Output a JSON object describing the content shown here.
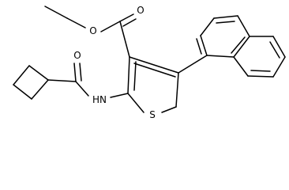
{
  "molecule": {
    "atom_labels": {
      "ester_ether_oxygen": "O",
      "ester_carbonyl_oxygen": "O",
      "amide_carbonyl_oxygen": "O",
      "amide_nitrogen": "HN",
      "thiophene_sulfur": "S"
    },
    "colors": {
      "bond": "#000000",
      "label": "#000000",
      "background": "#ffffff"
    }
  }
}
